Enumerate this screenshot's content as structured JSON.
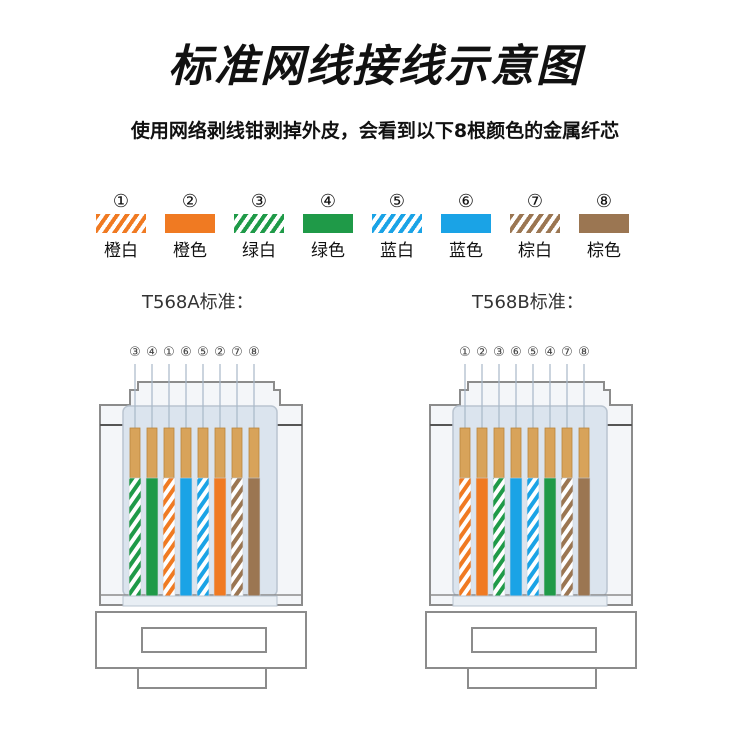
{
  "title": "标准网线接线示意图",
  "subtitle": "使用网络剥线钳剥掉外皮，会看到以下8根颜色的金属纤芯",
  "colors": {
    "orange": "#f07a22",
    "green": "#1f9a48",
    "blue": "#1aa3e6",
    "brown": "#9b7652",
    "copper": "#d8a35a"
  },
  "wires": [
    {
      "num": "①",
      "label": "橙白",
      "color": "orange",
      "striped": true
    },
    {
      "num": "②",
      "label": "橙色",
      "color": "orange",
      "striped": false
    },
    {
      "num": "③",
      "label": "绿白",
      "color": "green",
      "striped": true
    },
    {
      "num": "④",
      "label": "绿色",
      "color": "green",
      "striped": false
    },
    {
      "num": "⑤",
      "label": "蓝白",
      "color": "blue",
      "striped": true
    },
    {
      "num": "⑥",
      "label": "蓝色",
      "color": "blue",
      "striped": false
    },
    {
      "num": "⑦",
      "label": "棕白",
      "color": "brown",
      "striped": true
    },
    {
      "num": "⑧",
      "label": "棕色",
      "color": "brown",
      "striped": false
    }
  ],
  "standards": [
    {
      "title": "T568A标准：",
      "order": [
        3,
        4,
        1,
        6,
        5,
        2,
        7,
        8
      ]
    },
    {
      "title": "T568B标准：",
      "order": [
        1,
        2,
        3,
        6,
        5,
        4,
        7,
        8
      ]
    }
  ]
}
